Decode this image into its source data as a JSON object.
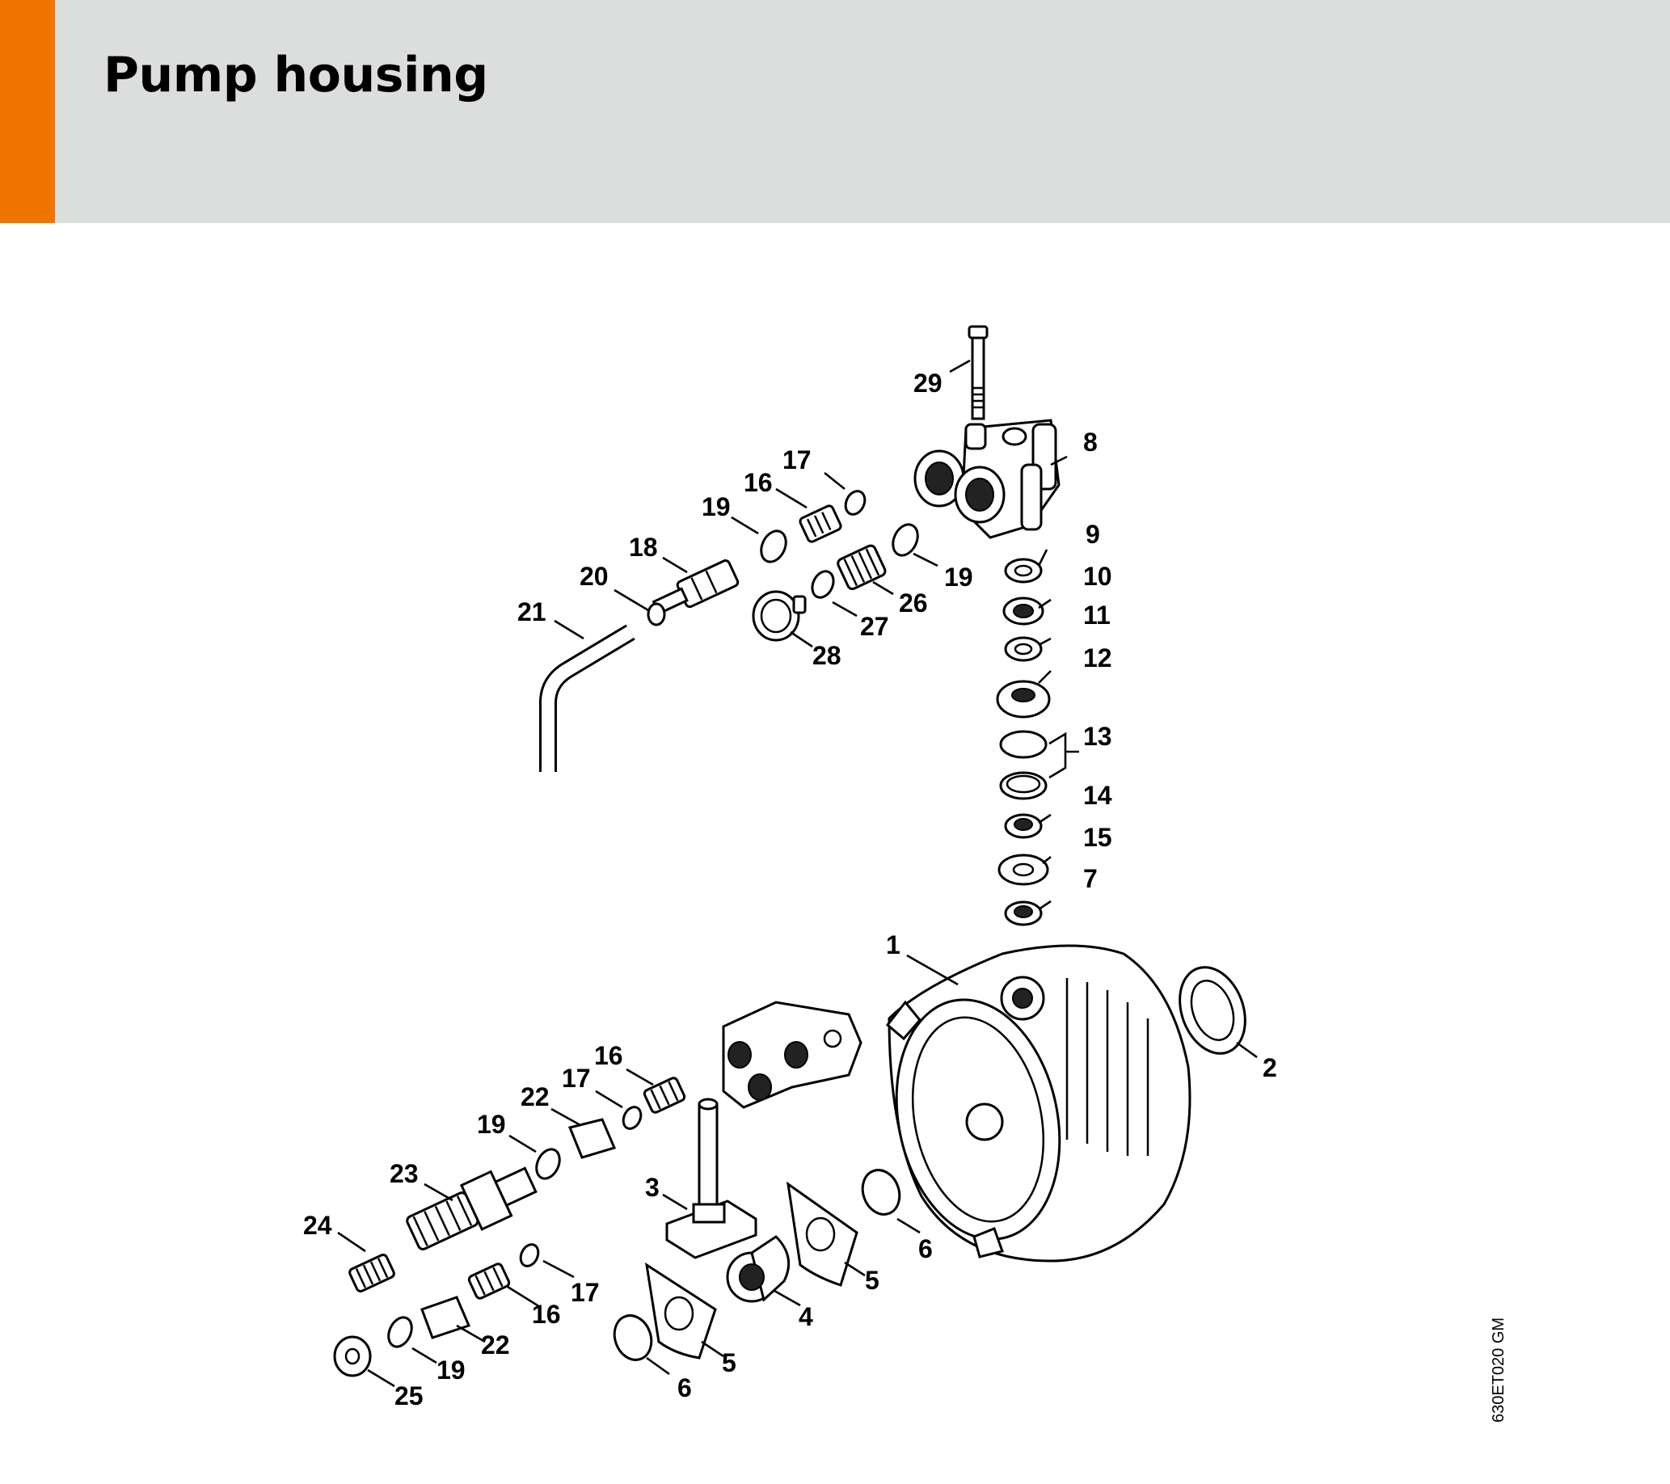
{
  "page": {
    "title": "Pump housing",
    "figure_code": "630ET020 GM"
  },
  "colors": {
    "accent": "#f07400",
    "header_bg": "#dcdddd"
  },
  "callouts": [
    "29",
    "8",
    "17",
    "16",
    "19",
    "9",
    "18",
    "20",
    "19",
    "26",
    "10",
    "21",
    "27",
    "11",
    "28",
    "12",
    "13",
    "14",
    "15",
    "7",
    "1",
    "2",
    "16",
    "17",
    "22",
    "19",
    "23",
    "3",
    "24",
    "6",
    "5",
    "17",
    "16",
    "4",
    "22",
    "5",
    "19",
    "6",
    "25"
  ]
}
